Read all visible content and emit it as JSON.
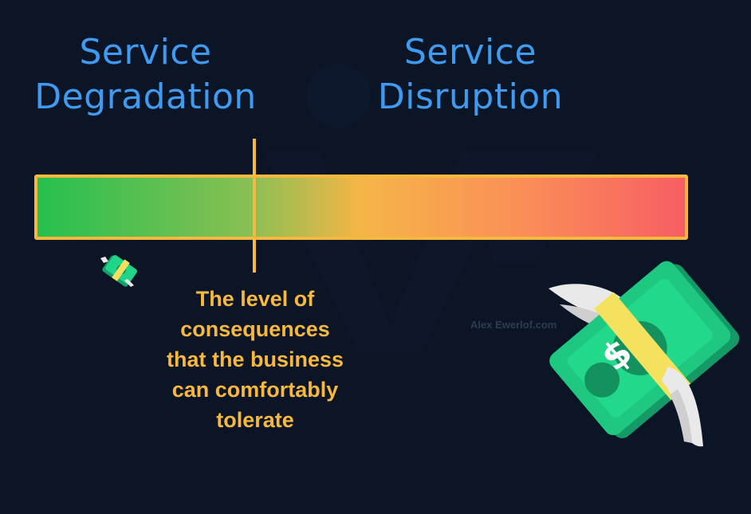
{
  "titles": {
    "left": "Service\nDegradation",
    "right": "Service\nDisruption"
  },
  "scale": {
    "gradient": [
      "#25c04f",
      "#8abf53",
      "#f6b547",
      "#fb8e58",
      "#f75e63"
    ],
    "border_color": "#f7b840",
    "threshold_fraction": 0.34
  },
  "caption": "The level of\nconsequences\nthat the business\ncan comfortably\ntolerate",
  "watermark": "Alex Ewerlof.com",
  "icons": {
    "left": "flying-money-small-icon",
    "right": "flying-money-large-icon",
    "background": "logo-watermark-icon"
  },
  "colors": {
    "background": "#0c1526",
    "title": "#3f9bf2",
    "accent": "#f7b840"
  }
}
